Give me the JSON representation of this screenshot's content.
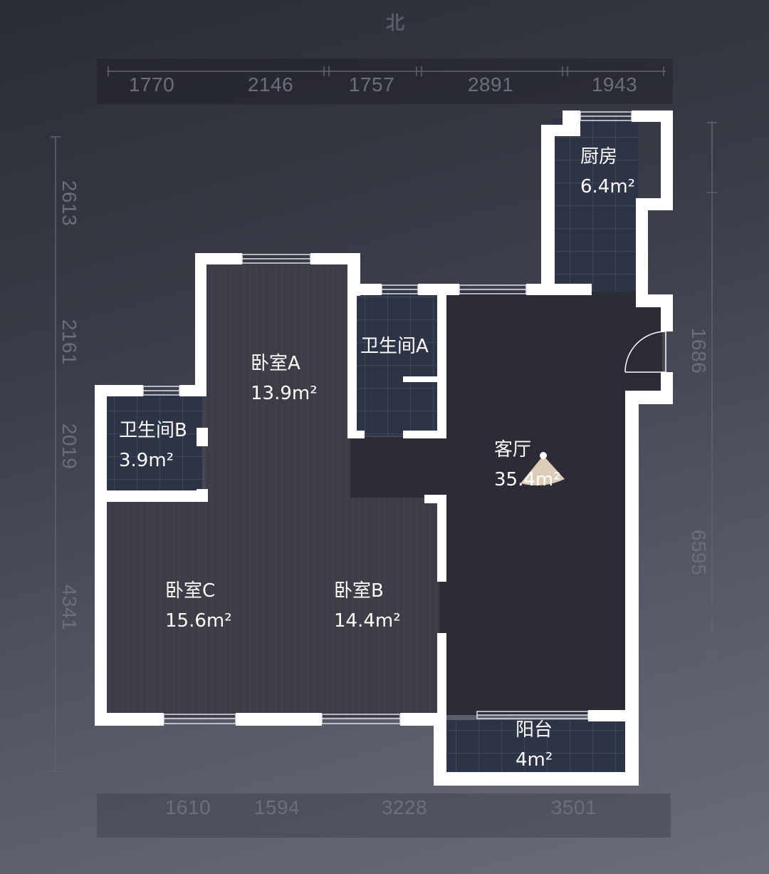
{
  "compass": {
    "north": "北"
  },
  "dimensions": {
    "top": [
      "1770",
      "2146",
      "1757",
      "2891",
      "1943"
    ],
    "bottom": [
      "1610",
      "1594",
      "3228",
      "3501"
    ],
    "left": [
      "2613",
      "2161",
      "2019",
      "4341"
    ],
    "right": [
      "1686",
      "6595"
    ]
  },
  "rooms": {
    "kitchen": {
      "name": "厨房",
      "area": "6.4m²"
    },
    "bath_a": {
      "name": "卫生间A",
      "area": ""
    },
    "bedroom_a": {
      "name": "卧室A",
      "area": "13.9m²"
    },
    "bath_b": {
      "name": "卫生间B",
      "area": "3.9m²"
    },
    "living": {
      "name": "客厅",
      "area": "35.4m²"
    },
    "bedroom_c": {
      "name": "卧室C",
      "area": "15.6m²"
    },
    "bedroom_b": {
      "name": "卧室B",
      "area": "14.4m²"
    },
    "balcony": {
      "name": "阳台",
      "area": "4m²"
    }
  },
  "colors": {
    "wall": "#ffffff",
    "tile_floor": "#2d3445",
    "wood_floor": "#3e3e48",
    "living_floor": "#2b2c36"
  }
}
